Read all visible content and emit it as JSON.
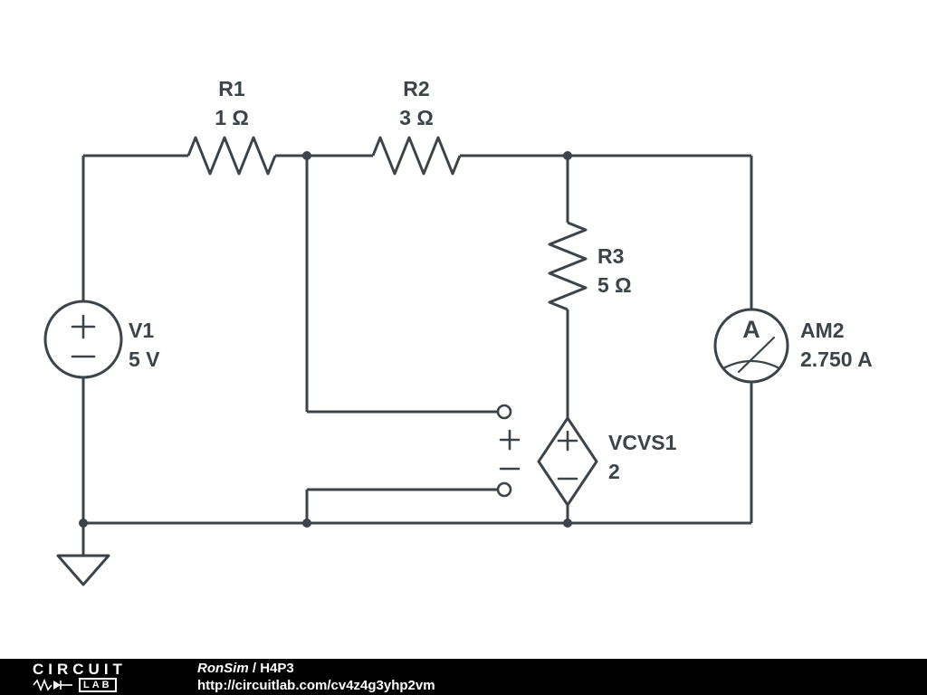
{
  "colors": {
    "wire": "#3d4449",
    "background": "#ffffff",
    "footer_bg": "#000000",
    "footer_text": "#ffffff"
  },
  "schematic": {
    "symbols": {
      "ammeter_letter": "A"
    },
    "components": {
      "V1": {
        "name": "V1",
        "value": "5 V"
      },
      "R1": {
        "name": "R1",
        "value": "1 Ω"
      },
      "R2": {
        "name": "R2",
        "value": "3 Ω"
      },
      "R3": {
        "name": "R3",
        "value": "5 Ω"
      },
      "VCVS1": {
        "name": "VCVS1",
        "value": "2"
      },
      "AM2": {
        "name": "AM2",
        "value": "2.750 A"
      }
    }
  },
  "footer": {
    "logo_top": "CIRCUIT",
    "logo_lab": "LAB",
    "author": "RonSim",
    "separator": " / ",
    "project": "H4P3",
    "url": "http://circuitlab.com/cv4z4g3yhp2vm"
  }
}
